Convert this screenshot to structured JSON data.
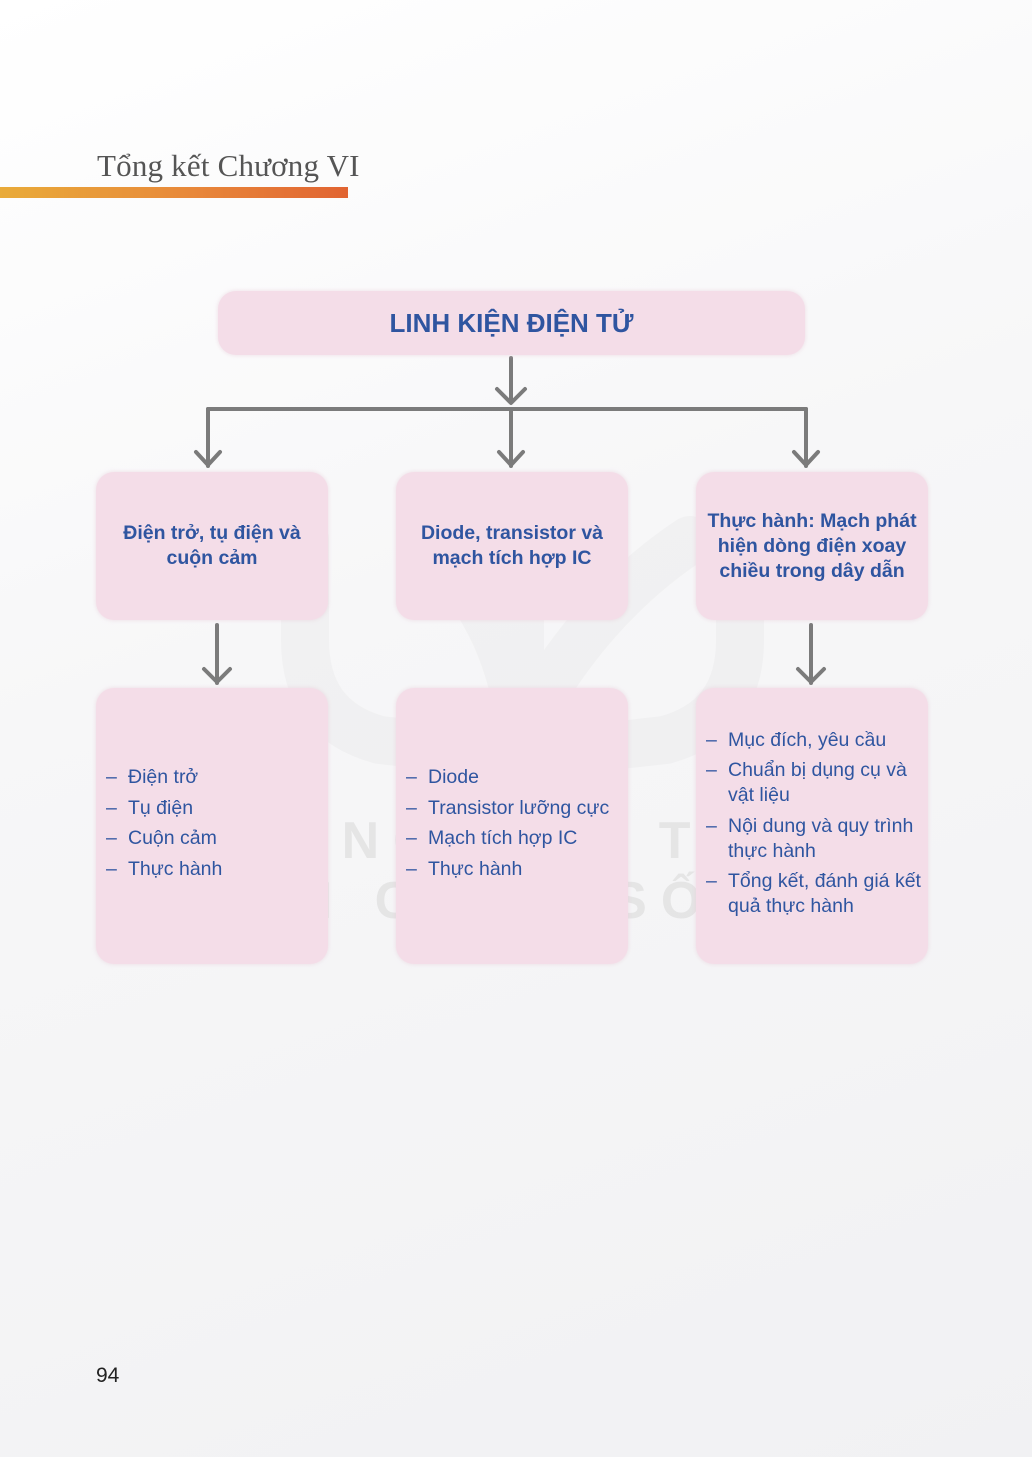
{
  "header": {
    "chapter_title": "Tổng kết Chương VI"
  },
  "diagram": {
    "root": "LINH KIỆN ĐIỆN TỬ",
    "branches": [
      {
        "title": "Điện trở, tụ điện và cuộn cảm",
        "items": [
          "Điện trở",
          "Tụ điện",
          "Cuộn cảm",
          "Thực hành"
        ]
      },
      {
        "title": "Diode, transistor và mạch tích hợp IC",
        "items": [
          "Diode",
          "Transistor lưỡng cực",
          "Mạch tích hợp IC",
          "Thực hành"
        ]
      },
      {
        "title": "Thực hành: Mạch phát hiện dòng điện xoay chiều trong dây dẫn",
        "items": [
          "Mục đích, yêu cầu",
          "Chuẩn bị dụng cụ và vật liệu",
          "Nội dung và quy trình thực hành",
          "Tổng kết, đánh giá kết quả thực hành"
        ]
      }
    ]
  },
  "watermark": {
    "line1": "KẾT NỐI TRI THỨC",
    "line2": "VỚI CUỘC SỐNG"
  },
  "footer": {
    "page_number": "94"
  },
  "colors": {
    "box_fill": "#f4dde8",
    "text_blue": "#2f55a0",
    "arrow_gray": "#7b7b7b",
    "accent_orange": "#e8883a"
  }
}
